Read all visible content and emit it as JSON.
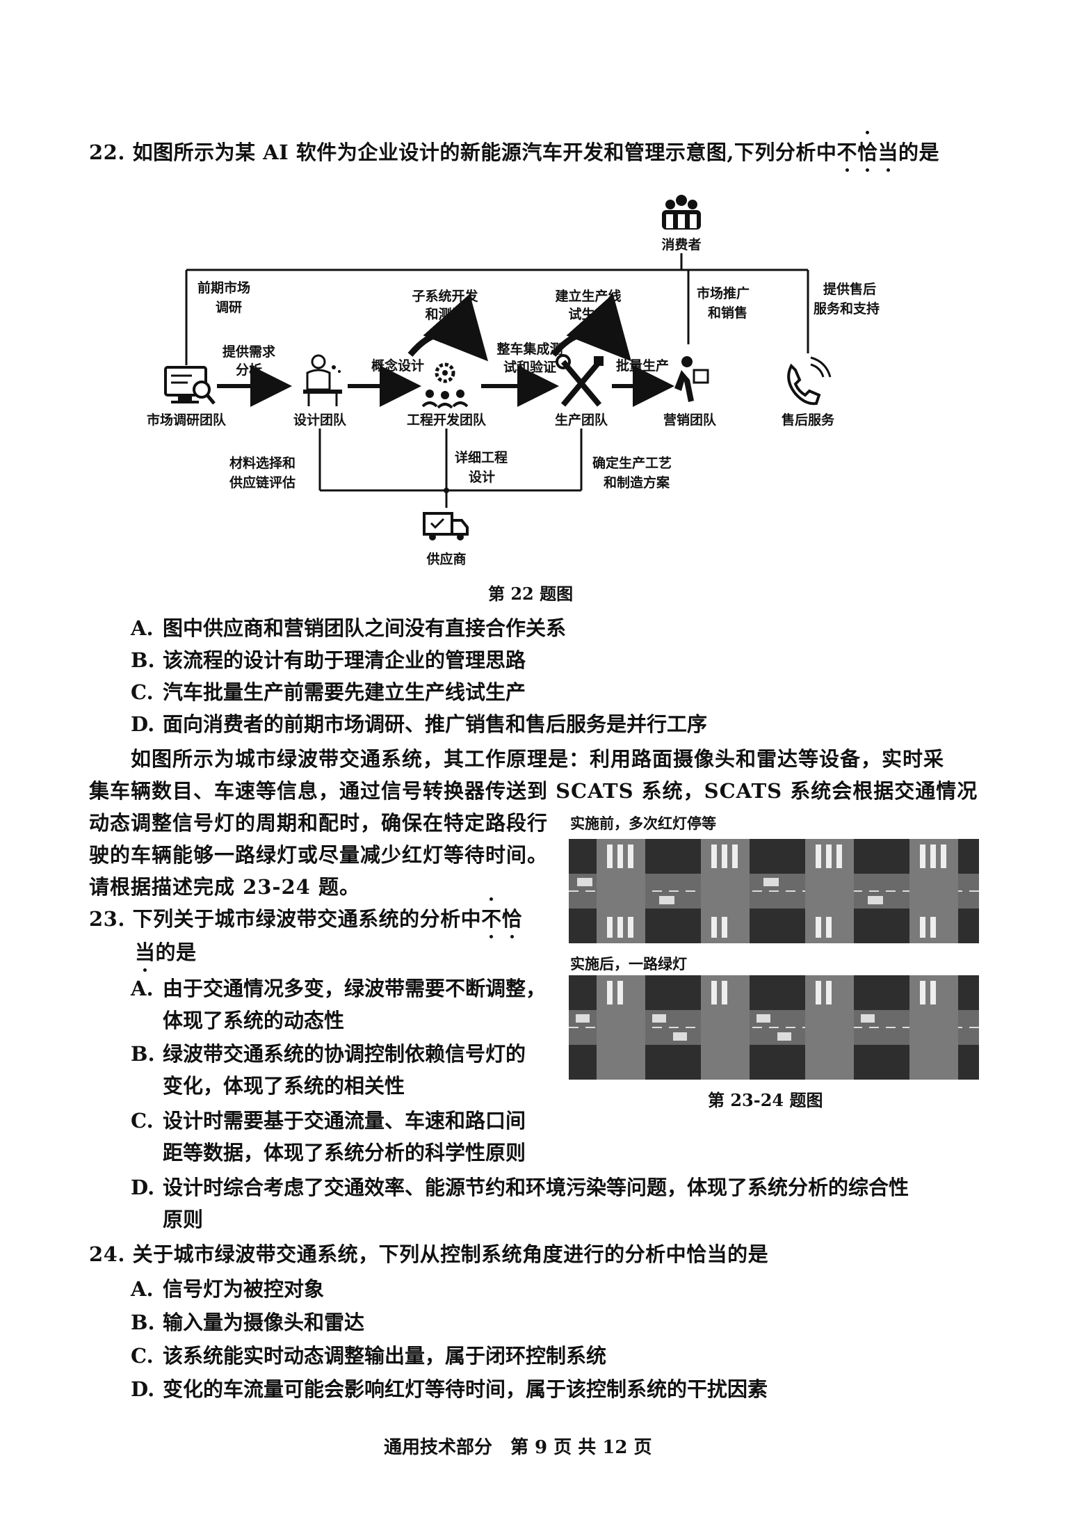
{
  "q22": {
    "number": "22.",
    "stem_a": "如图所示为某 AI 软件为企业设计的新能源汽车开发和管理示意图,下列分析中",
    "stem_dot1": "不",
    "stem_dot2": "恰",
    "stem_dot3": "当",
    "stem_end": "的是",
    "figure_caption": "第 22 题图",
    "options": [
      {
        "letter": "A.",
        "text": "图中供应商和营销团队之间没有直接合作关系"
      },
      {
        "letter": "B.",
        "text": "该流程的设计有助于理清企业的管理思路"
      },
      {
        "letter": "C.",
        "text": "汽车批量生产前需要先建立生产线试生产"
      },
      {
        "letter": "D.",
        "text": "面向消费者的前期市场调研、推广销售和售后服务是并行工序"
      }
    ]
  },
  "diagram": {
    "consumer": "消费者",
    "market_team": "市场调研团队",
    "design_team": "设计团队",
    "eng_team": "工程开发团队",
    "prod_team": "生产团队",
    "sales_team": "营销团队",
    "after_sales": "售后服务",
    "supplier": "供应商",
    "early_research_1": "前期市场",
    "early_research_2": "调研",
    "provide_req_1": "提供需求",
    "provide_req_2": "分析",
    "concept_design": "概念设计",
    "subsystem_1": "子系统开发",
    "subsystem_2": "和测试",
    "integration_1": "整车集成测",
    "integration_2": "试和验证",
    "build_line_1": "建立生产线",
    "build_line_2": "试生产",
    "mass_prod": "批量生产",
    "promo_1": "市场推广",
    "promo_2": "和销售",
    "aftersvc_1": "提供售后",
    "aftersvc_2": "服务和支持",
    "material_1": "材料选择和",
    "material_2": "供应链评估",
    "detail_1": "详细工程",
    "detail_2": "设计",
    "process_1": "确定生产工艺",
    "process_2": "和制造方案"
  },
  "intro": {
    "line1": "如图所示为城市绿波带交通系统，其工作原理是：利用路面摄像头和雷达等设备，实时采",
    "line2": "集车辆数目、车速等信息，通过信号转换器传送到 SCATS 系统，SCATS 系统会根据交通情况",
    "line3": "动态调整信号灯的周期和配时，确保在特定路段行",
    "line4": "驶的车辆能够一路绿灯或尽量减少红灯等待时间。",
    "line5": "请根据描述完成 23-24 题。"
  },
  "road_figure": {
    "before_label": "实施前，多次红灯停等",
    "after_label": "实施后，一路绿灯",
    "caption": "第 23-24 题图"
  },
  "q23": {
    "number": "23.",
    "stem_a": "下列关于城市绿波带交通系统的分析中",
    "stem_dot1": "不",
    "stem_dot2": "恰",
    "stem_line2_dot": "当",
    "stem_line2_end": "的是",
    "options": [
      {
        "letter": "A.",
        "line1": "由于交通情况多变，绿波带需要不断调整，",
        "line2": "体现了系统的动态性"
      },
      {
        "letter": "B.",
        "line1": "绿波带交通系统的协调控制依赖信号灯的",
        "line2": "变化，体现了系统的相关性"
      },
      {
        "letter": "C.",
        "line1": "设计时需要基于交通流量、车速和路口间",
        "line2": "距等数据，体现了系统分析的科学性原则"
      },
      {
        "letter": "D.",
        "line1": "设计时综合考虑了交通效率、能源节约和环境污染等问题，体现了系统分析的综合性",
        "line2": "原则"
      }
    ]
  },
  "q24": {
    "number": "24.",
    "stem": "关于城市绿波带交通系统，下列从控制系统角度进行的分析中恰当的是",
    "options": [
      {
        "letter": "A.",
        "text": "信号灯为被控对象"
      },
      {
        "letter": "B.",
        "text": "输入量为摄像头和雷达"
      },
      {
        "letter": "C.",
        "text": "该系统能实时动态调整输出量，属于闭环控制系统"
      },
      {
        "letter": "D.",
        "text": "变化的车流量可能会影响红灯等待时间，属于该控制系统的干扰因素"
      }
    ]
  },
  "footer": "通用技术部分　第 9 页 共 12 页",
  "colors": {
    "ink": "#111111",
    "road": "#3a3a3a"
  }
}
